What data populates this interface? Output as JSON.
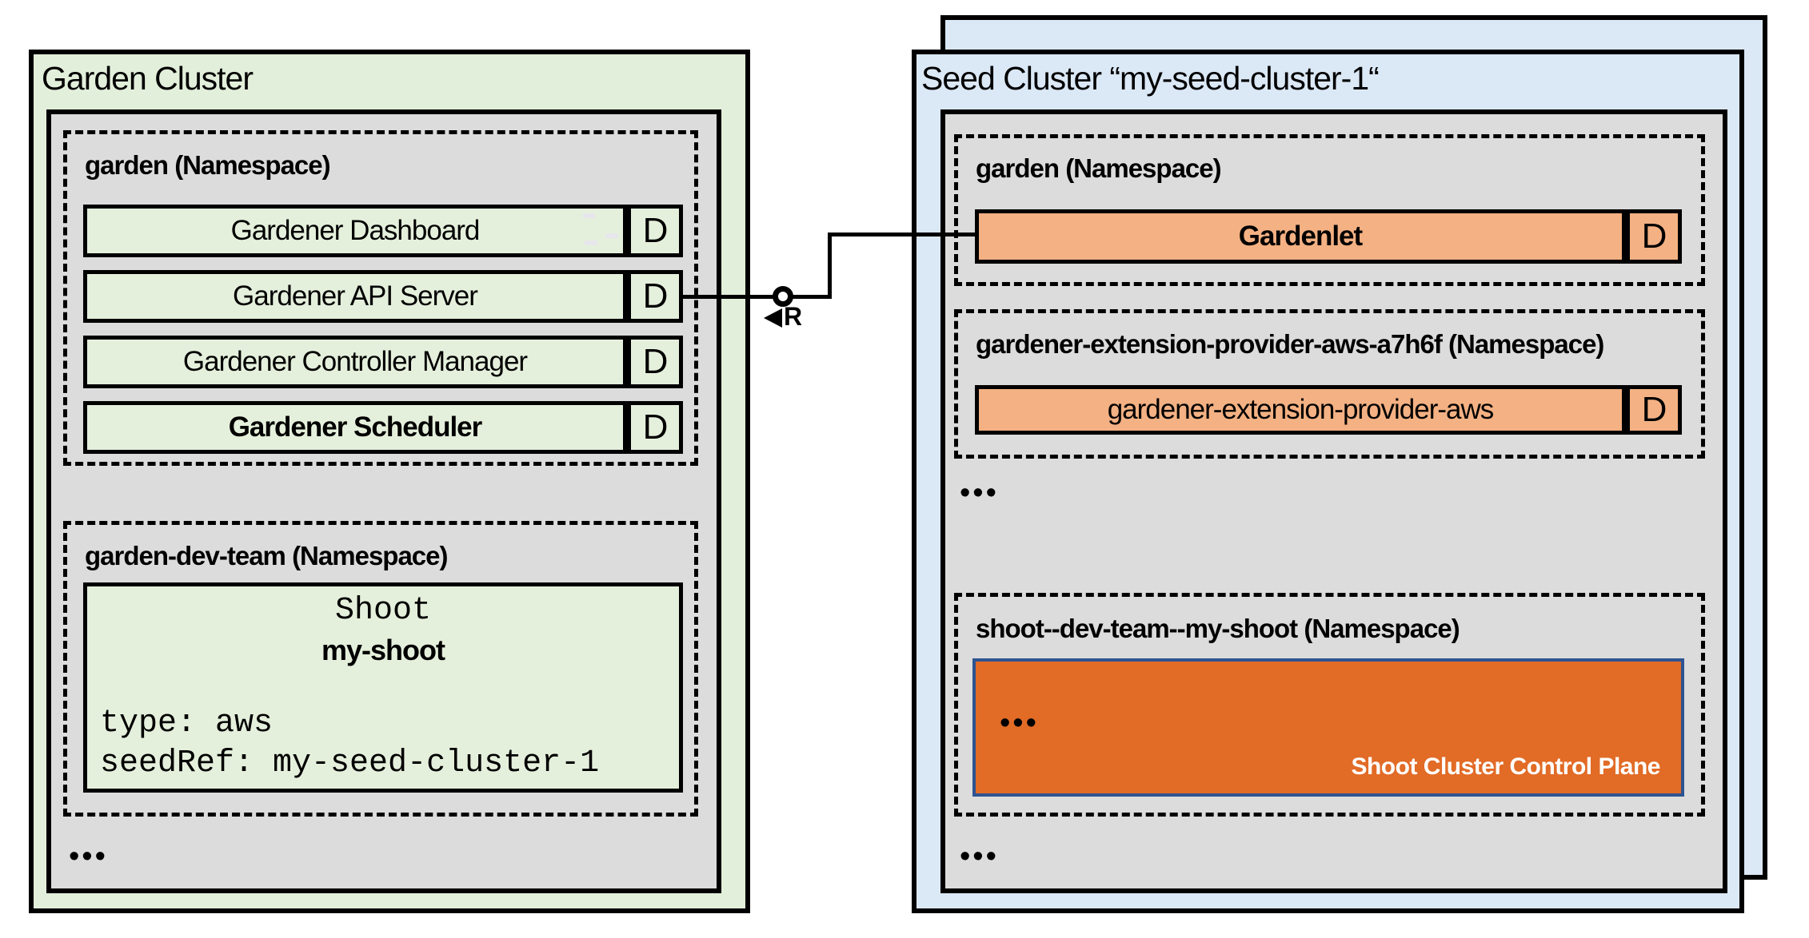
{
  "colors": {
    "garden_cluster_green": "#e2efda",
    "component_green": "#e5f0dc",
    "namespace_gray": "#dcdcdc",
    "seed_cluster_blue": "#dbe8f6",
    "component_orange": "#f4b183",
    "control_plane_orange": "#e26b26",
    "control_plane_border_blue": "#2e5491",
    "line_black": "#000000"
  },
  "garden_cluster": {
    "title": "Garden Cluster",
    "garden_namespace": {
      "label": "garden (Namespace)",
      "deployments": [
        {
          "name": "Gardener Dashboard",
          "badge": "D"
        },
        {
          "name": "Gardener API Server",
          "badge": "D"
        },
        {
          "name": "Gardener Controller Manager",
          "badge": "D"
        },
        {
          "name": "Gardener Scheduler",
          "badge": "D"
        }
      ]
    },
    "dev_namespace": {
      "label": "garden-dev-team (Namespace)",
      "shoot_resource": {
        "kind": "Shoot",
        "name": "my-shoot",
        "spec_lines": [
          "type: aws",
          "seedRef: my-seed-cluster-1"
        ]
      }
    },
    "ellipsis": "•••"
  },
  "connector": {
    "label": "R"
  },
  "seed_cluster": {
    "title": "Seed Cluster “my-seed-cluster-1“",
    "garden_namespace": {
      "label": "garden (Namespace)",
      "deployments": [
        {
          "name": "Gardenlet",
          "badge": "D"
        }
      ]
    },
    "extension_namespace": {
      "label": "gardener-extension-provider-aws-a7h6f (Namespace)",
      "deployments": [
        {
          "name": "gardener-extension-provider-aws",
          "badge": "D"
        }
      ]
    },
    "ellipsis_between": "•••",
    "shoot_namespace": {
      "label": "shoot--dev-team--my-shoot (Namespace)",
      "control_plane": {
        "ellipsis": "•••",
        "label": "Shoot Cluster Control Plane"
      }
    },
    "ellipsis_bottom": "•••"
  }
}
